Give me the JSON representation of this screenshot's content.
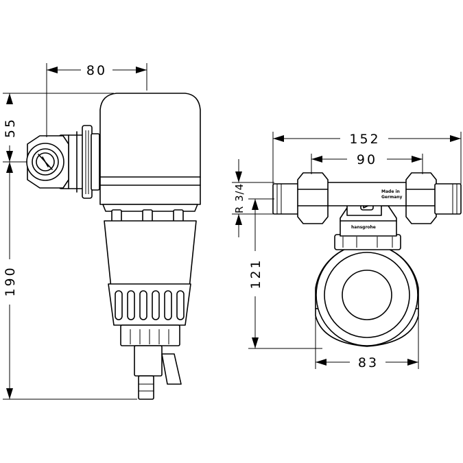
{
  "dimensions": {
    "side_width": "80",
    "side_top_height": "55",
    "side_total_height": "190",
    "front_total_width": "152",
    "front_inner_width": "90",
    "thread": "R 3/4",
    "front_height": "121",
    "front_bowl_width": "83"
  },
  "labels": {
    "brand": "hansgrohe",
    "made_in_line1": "Made in",
    "made_in_line2": "Germany"
  }
}
